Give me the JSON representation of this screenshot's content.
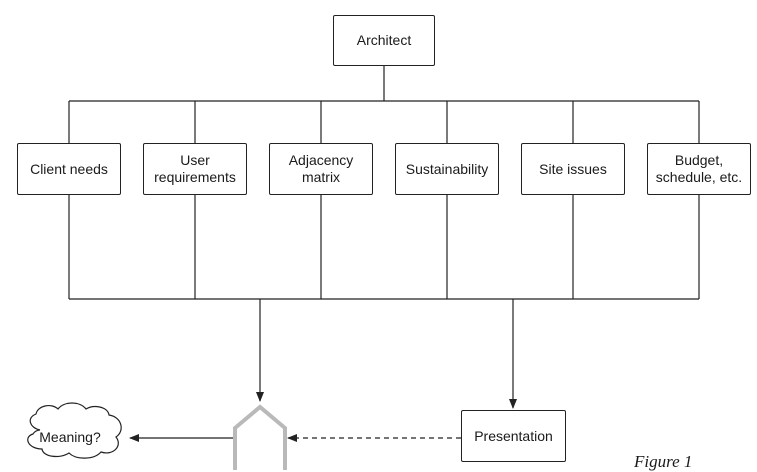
{
  "diagram": {
    "top": {
      "label": "Architect"
    },
    "inputs": [
      {
        "label": "Client needs"
      },
      {
        "label": "User\nrequirements"
      },
      {
        "label": "Adjacency\nmatrix"
      },
      {
        "label": "Sustainability"
      },
      {
        "label": "Site issues"
      },
      {
        "label": "Budget,\nschedule, etc."
      }
    ],
    "presentation": {
      "label": "Presentation"
    },
    "meaning": {
      "label": "Meaning?"
    },
    "caption": "Figure 1"
  },
  "colors": {
    "line": "#222222",
    "house_outline": "#b9b9b9"
  }
}
